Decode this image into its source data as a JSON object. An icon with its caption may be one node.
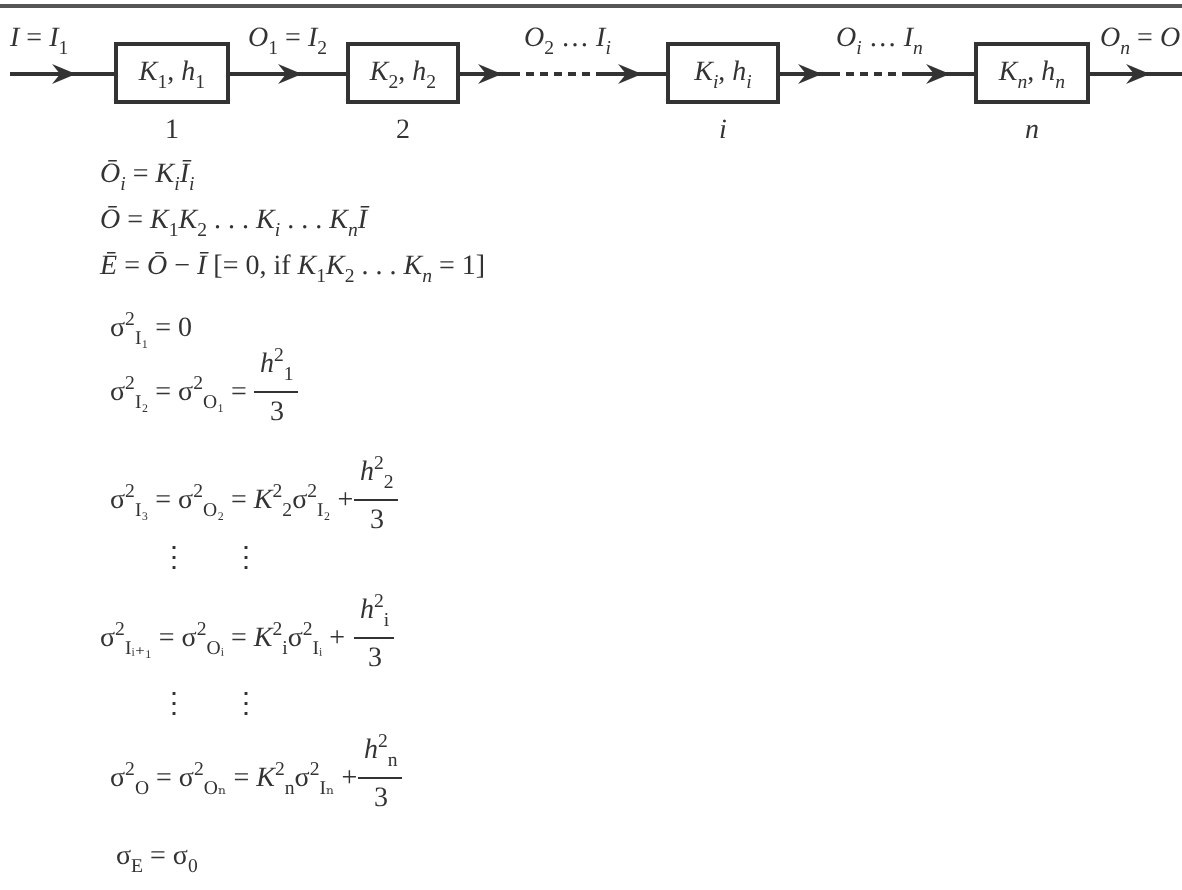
{
  "diagram": {
    "nodes": [
      {
        "text": [
          "*K*$_{1}$, *h*$_{1}$"
        ],
        "beside": [
          "1"
        ]
      },
      {
        "text": [
          "*K*$_{2}$, *h*$_{2}$"
        ],
        "beside": [
          "2"
        ]
      },
      {
        "text": [
          "*K$_{i}$*, *h$_{i}$*"
        ],
        "beside": [
          "*i*"
        ]
      },
      {
        "text": [
          "*K$_{n}$*, *h$_{n}$*"
        ],
        "beside": [
          "*n*"
        ]
      }
    ],
    "edges": [
      {
        "from": null,
        "to": 0,
        "arrow": "to",
        "label": "*I* = *I*$_{1}$"
      },
      {
        "from": 0,
        "to": 1,
        "arrow": "to",
        "label": "*O*$_{1}$ = *I*$_{2}$"
      },
      {
        "from": 1,
        "to": 2,
        "arrow": "to",
        "label": "*O*$_{2}$ … *I$_{i}$*",
        "style": "dashed"
      },
      {
        "from": 2,
        "to": 3,
        "arrow": "to",
        "label": "*O$_{i}$* … *I$_{n}$*",
        "style": "dashed"
      },
      {
        "from": 3,
        "to": null,
        "arrow": "to",
        "label": "*O$_{n}$* = *O*"
      }
    ],
    "labels": [
      "*Ō$_{i}$* = *K$_{i}$Ī$_{i}$*",
      "*Ō* = *K*$_{1}$*K*$_{2}$ . . . *K$_{i}$* . . . *K$_{n}$Ī*",
      "*Ē* = *Ō* − *Ī*  [= 0, if *K*$_{1}$*K*$_{2}$ . . . *K$_{n}$* = 1]",
      "σ$^{2}$$_{I₁}$ = 0",
      "σ$^{2}$$_{I₂}$ = σ$^{2}$$_{O₁}$ =",
      "*h*$^{2}$$_{1}$",
      "3",
      "σ$^{2}$$_{I₃}$ = σ$^{2}$$_{O₂}$ = *K*$^{2}$$_{2}$σ$^{2}$$_{I₂}$ +",
      "*h*$^{2}$$_{2}$",
      "3",
      "⋮",
      "⋮",
      "σ$^{2}$$_{Iᵢ₊₁}$ = σ$^{2}$$_{Oᵢ}$ = *K*$^{2}$$_{i}$σ$^{2}$$_{Iᵢ}$ +",
      "*h*$^{2}$$_{i}$",
      "3",
      "⋮",
      "⋮",
      "σ$^{2}$$_{O}$ = σ$^{2}$$_{Oₙ}$ = *K*$^{2}$$_{n}$σ$^{2}$$_{Iₙ}$ +",
      "*h*$^{2}$$_{n}$",
      "3",
      "σ$_{E}$ = σ$_{0}$"
    ]
  }
}
